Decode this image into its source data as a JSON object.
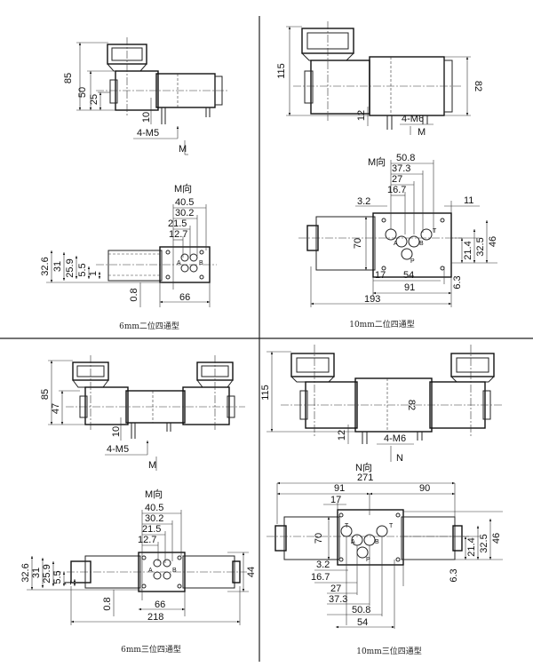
{
  "panels": {
    "p1": {
      "caption": "6mm二位四通型",
      "side": {
        "d85": "85",
        "d50": "50",
        "d25": "25",
        "d10": "10",
        "d4m5": "4-M5",
        "m": "M"
      },
      "mview": {
        "title": "M向",
        "d40_5": "40.5",
        "d30_2": "30.2",
        "d21_5": "21.5",
        "d12_7": "12.7",
        "d32_6": "32.6",
        "d31": "31",
        "d25_9": "25.9",
        "d5_5": "5.5",
        "d1": "1",
        "d0_8": "0.8",
        "d66": "66"
      }
    },
    "p2": {
      "caption": "10mm二位四通型",
      "side": {
        "d115": "115",
        "d82": "82",
        "d12": "12",
        "d4m6": "4-M6",
        "m": "M"
      },
      "mview": {
        "title": "M向",
        "d50_8": "50.8",
        "d37_3": "37.3",
        "d27": "27",
        "d16_7": "16.7",
        "d3_2": "3.2",
        "d11": "11",
        "d70": "70",
        "d21_4": "21.4",
        "d32_5": "32.5",
        "d46": "46",
        "d17": "17",
        "d54": "54",
        "d91": "91",
        "d6_3": "6.3",
        "d193": "193"
      }
    },
    "p3": {
      "caption": "6mm三位四通型",
      "side": {
        "d85": "85",
        "d47": "47",
        "d10": "10",
        "d4m5": "4-M5",
        "m": "M"
      },
      "mview": {
        "title": "M向",
        "d40_5": "40.5",
        "d30_2": "30.2",
        "d21_5": "21.5",
        "d12_7": "12.7",
        "d32_6": "32.6",
        "d31": "31",
        "d25_9": "25.9",
        "d5_5": "5.5",
        "d1": "1",
        "d44": "44",
        "d0_8": "0.8",
        "d66": "66",
        "d218": "218"
      }
    },
    "p4": {
      "caption": "10mm三位四通型",
      "side": {
        "d115": "115",
        "d82": "82",
        "d12": "12",
        "d4m6": "4-M6",
        "n": "N"
      },
      "nview": {
        "title": "N向",
        "d271": "271",
        "d91": "91",
        "d90": "90",
        "d17": "17",
        "d70": "70",
        "d21_4": "21.4",
        "d32_5": "32.5",
        "d46": "46",
        "d3_2": "3.2",
        "d16_7": "16.7",
        "d27": "27",
        "d37_3": "37.3",
        "d50_8": "50.8",
        "d54": "54",
        "d6_3": "6.3"
      }
    }
  },
  "ports": {
    "a": "A",
    "b": "B",
    "p": "P",
    "t": "T"
  }
}
